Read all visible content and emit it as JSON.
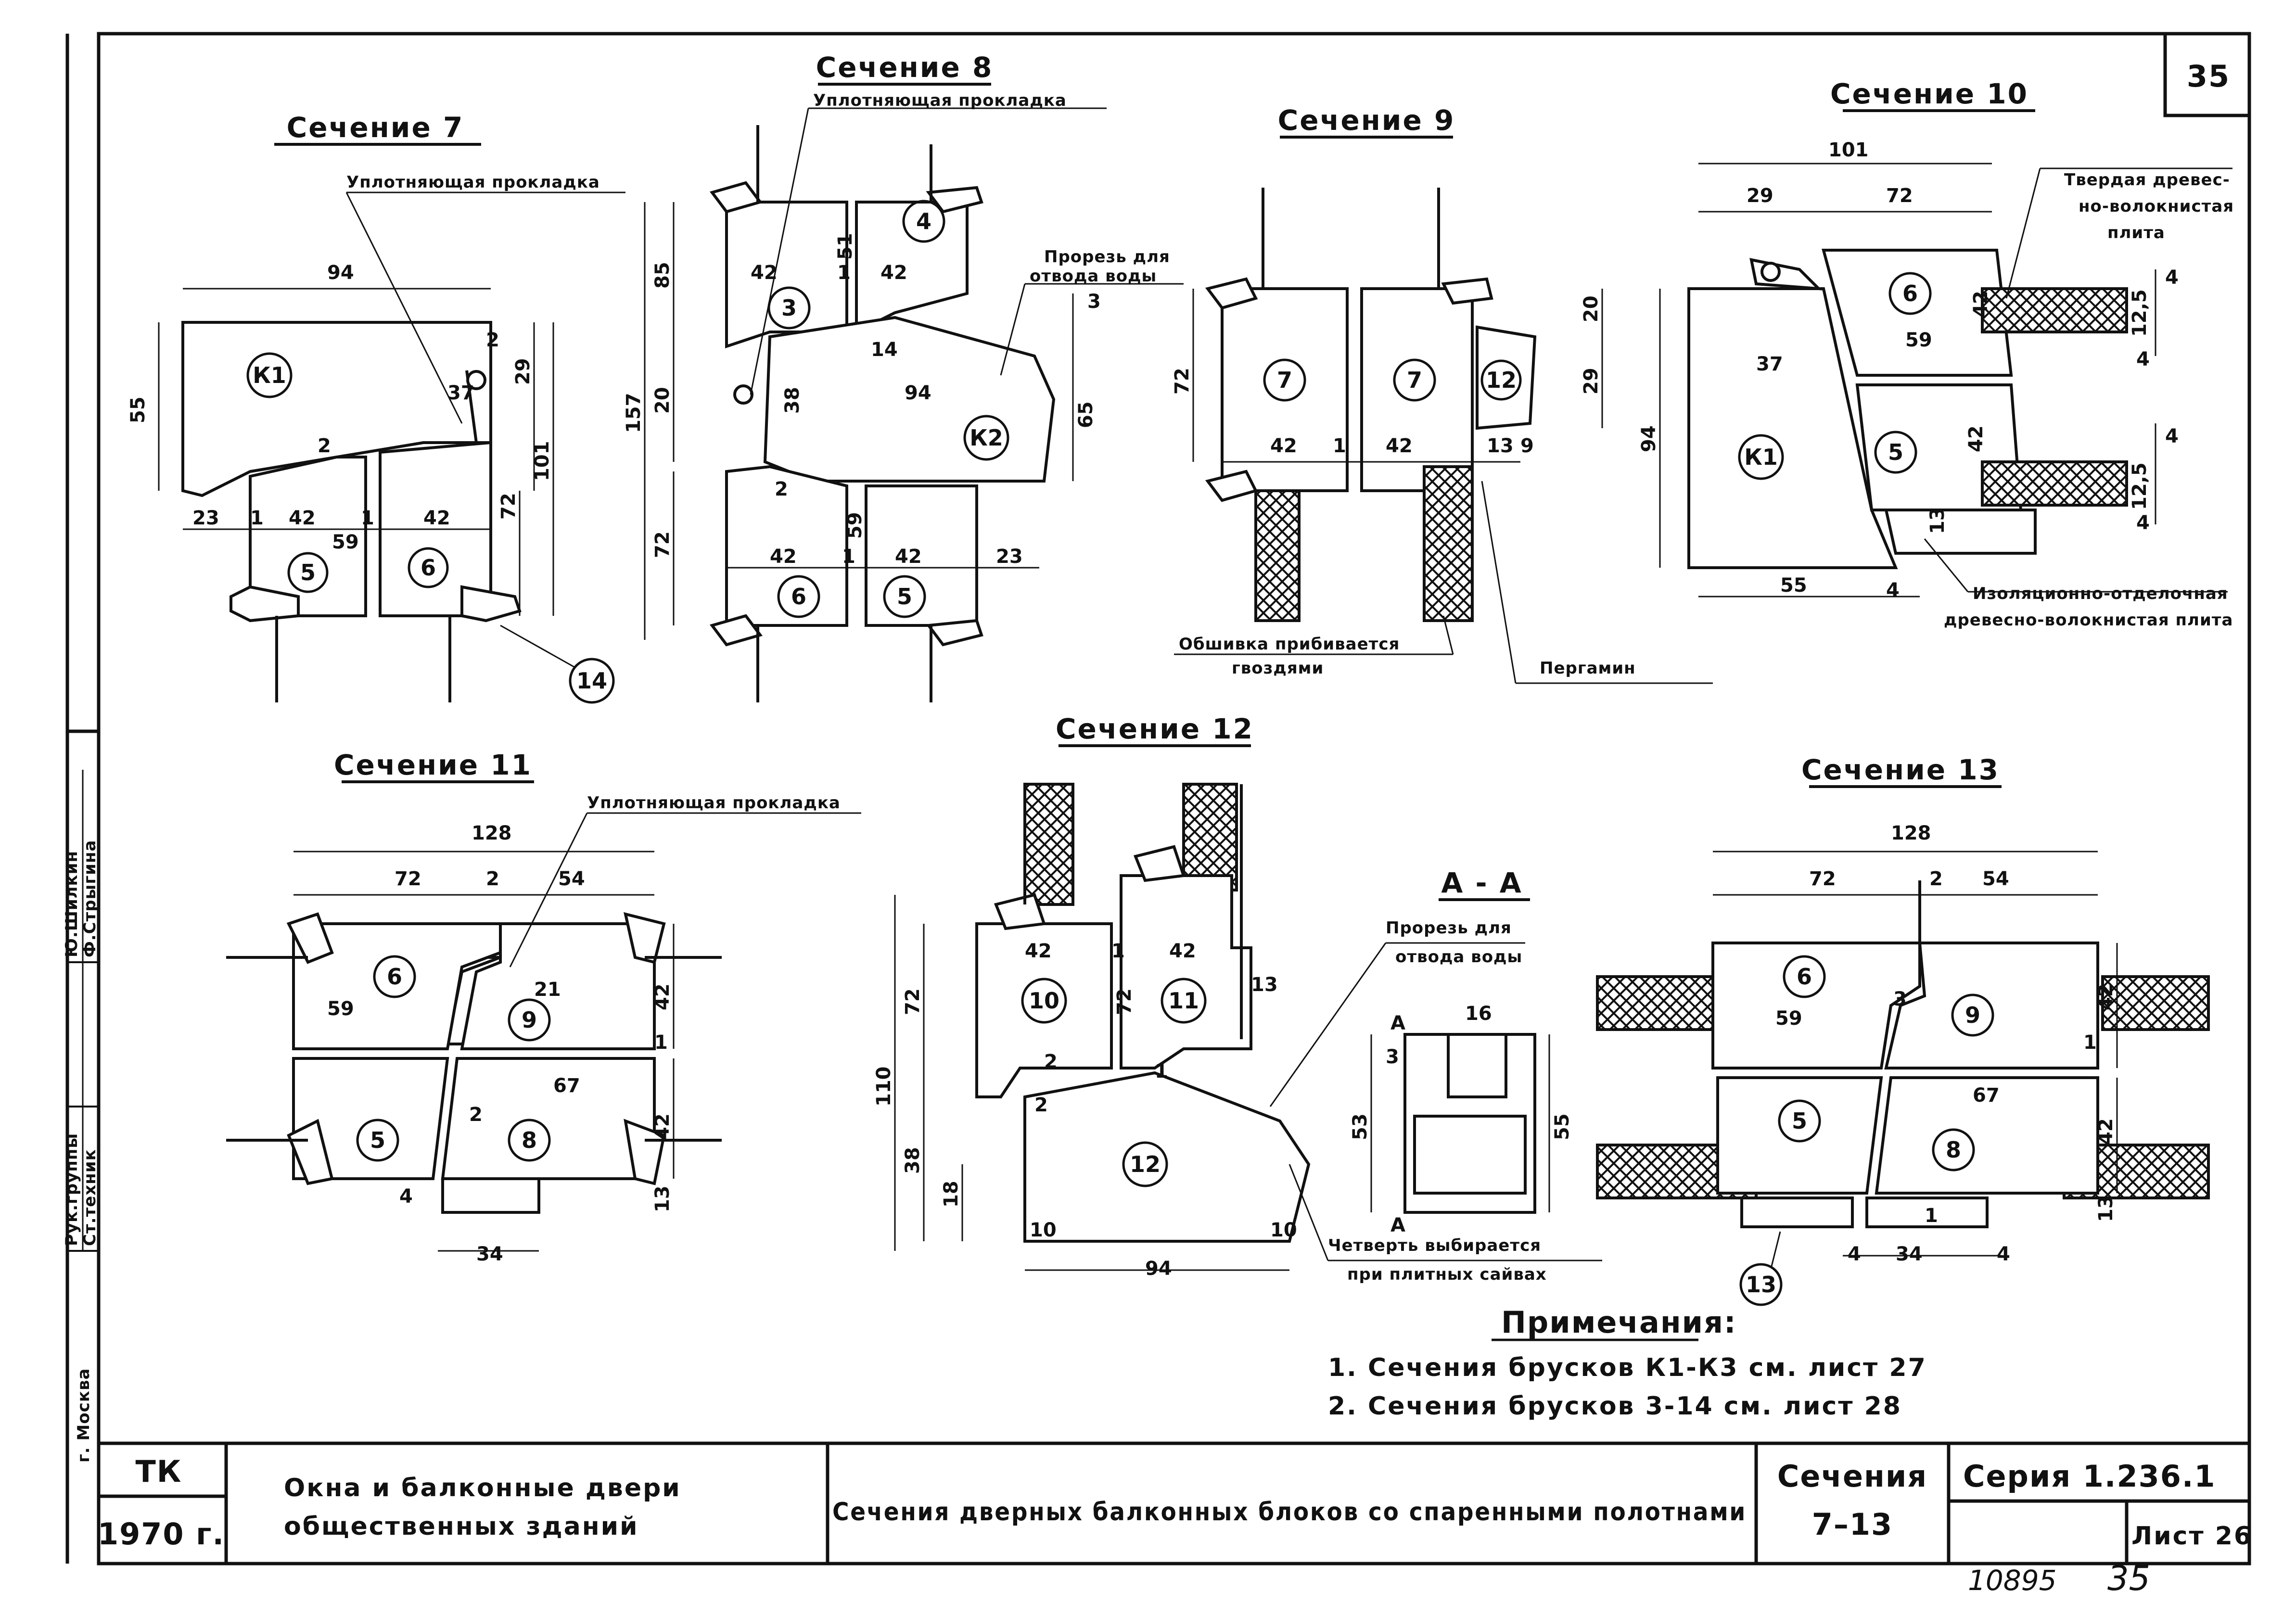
{
  "page_number": "35",
  "sections": {
    "s7": {
      "title": "Сечение 7",
      "gasket": "Уплотняющая прокладка",
      "d_top": "94",
      "d_55": "55",
      "d_37": "37",
      "d_2a": "2",
      "d_29": "29",
      "d_101": "101",
      "d_72": "72",
      "d_2b": "2",
      "d_23": "23",
      "d_1a": "1",
      "d_42a": "42",
      "d_1b": "1",
      "d_42b": "42",
      "d_59": "59",
      "p_k1": "К1",
      "p_5": "5",
      "p_6": "6",
      "p_14": "14"
    },
    "s8": {
      "title": "Сечение 8",
      "gasket": "Уплотняющая прокладка",
      "slot1": "Прорезь для",
      "slot2": "отвода воды",
      "d_85": "85",
      "d_157": "157",
      "d_20": "20",
      "d_72": "72",
      "d_42a": "42",
      "d_1a": "1",
      "d_42b": "42",
      "d_51": "51",
      "d_38": "38",
      "d_94": "94",
      "d_65": "65",
      "d_2": "2",
      "d_42c": "42",
      "d_1b": "1",
      "d_42d": "42",
      "d_59": "59",
      "d_23": "23",
      "d_3": "3",
      "d_14": "14",
      "p_3": "3",
      "p_4": "4",
      "p_k2": "К2",
      "p_6": "6",
      "p_5": "5"
    },
    "s9": {
      "title": "Сечение 9",
      "d_72": "72",
      "d_42a": "42",
      "d_1": "1",
      "d_42b": "42",
      "d_13": "13",
      "d_9": "9",
      "d_20": "20",
      "d_29": "29",
      "nail1": "Обшивка прибивается",
      "nail2": "гвоздями",
      "perg": "Пергамин",
      "p_7a": "7",
      "p_7b": "7",
      "p_12": "12"
    },
    "s10": {
      "title": "Сечение 10",
      "d_101": "101",
      "d_29": "29",
      "d_72": "72",
      "d_37": "37",
      "d_59": "59",
      "d_94": "94",
      "d_42a": "42",
      "d_42b": "42",
      "d_13": "13",
      "d_55": "55",
      "d_4": "4",
      "d_125a": "12,5",
      "d_125b": "12,5",
      "d_4a": "4",
      "d_4b": "4",
      "d_4c": "4",
      "d_4d": "4",
      "hard1": "Твердая древес-",
      "hard2": "но-волокнистая",
      "hard3": "плита",
      "ins1": "Изоляционно-отделочная",
      "ins2": "древесно-волокнистая плита",
      "p_6": "6",
      "p_k1": "К1",
      "p_5": "5"
    },
    "s11": {
      "title": "Сечение 11",
      "gasket": "Уплотняющая прокладка",
      "d_128": "128",
      "d_72": "72",
      "d_2": "2",
      "d_54": "54",
      "d_59": "59",
      "d_21": "21",
      "d_42a": "42",
      "d_1": "1",
      "d_67": "67",
      "d_2b": "2",
      "d_42b": "42",
      "d_13": "13",
      "d_34": "34",
      "d_4": "4",
      "p_6": "6",
      "p_9": "9",
      "p_5": "5",
      "p_8": "8"
    },
    "s12": {
      "title": "Сечение 12",
      "d_110": "110",
      "d_72": "72",
      "d_38": "38",
      "d_18": "18",
      "d_42a": "42",
      "d_1": "1",
      "d_42b": "42",
      "d_13": "13",
      "d_72b": "72",
      "d_2a": "2",
      "d_2b": "2",
      "d_1b": "1",
      "d_10a": "10",
      "d_10b": "10",
      "d_94": "94",
      "p_10": "10",
      "p_11": "11",
      "p_12": "12",
      "aa": "А - А",
      "a1": "А",
      "a2": "А",
      "slot1": "Прорезь для",
      "slot2": "отвода воды",
      "d_16": "16",
      "d_53": "53",
      "d_55": "55",
      "d_3": "3",
      "quarter1": "Четверть выбирается",
      "quarter2": "при плитных сайвах"
    },
    "s13": {
      "title": "Сечение 13",
      "d_128": "128",
      "d_72": "72",
      "d_2": "2",
      "d_54": "54",
      "d_59": "59",
      "d_3": "3",
      "d_42a": "42",
      "d_1a": "1",
      "d_67": "67",
      "d_42b": "42",
      "d_1b": "1",
      "d_13": "13",
      "d_34": "34",
      "d_4a": "4",
      "d_4b": "4",
      "p_6": "6",
      "p_9": "9",
      "p_5": "5",
      "p_8": "8",
      "p_13": "13"
    }
  },
  "notes": {
    "title": "Примечания:",
    "n1": "1. Сечения брусков К1-К3 см. лист 27",
    "n2": "2. Сечения брусков 3-14 см. лист 28"
  },
  "side_stamp": {
    "r1": "Рук.группы",
    "r2": "Ст.техник",
    "n1": "Ю.Шилкин",
    "n2": "Ф.Стрыгина",
    "city": "г. Москва"
  },
  "title_block": {
    "org": "ТК",
    "year": "1970 г.",
    "project1": "Окна и балконные двери",
    "project2": "общественных зданий",
    "sheet_title": "Сечения дверных балконных блоков со спаренными полотнами",
    "sect1": "Сечения",
    "sect2": "7–13",
    "series": "Серия 1.236.1",
    "sheet": "Лист 26"
  },
  "handwritten": {
    "inv": "10895",
    "pg": "35"
  }
}
